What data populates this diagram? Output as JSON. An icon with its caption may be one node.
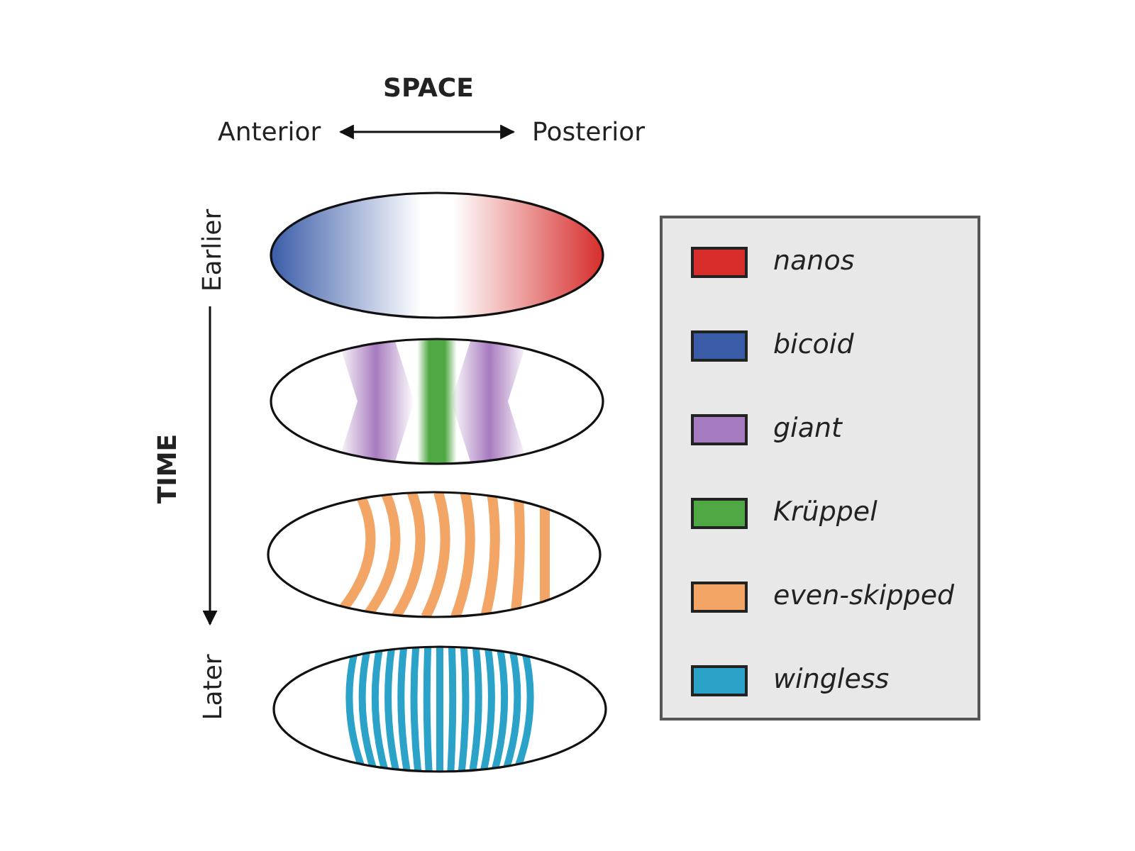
{
  "diagram": {
    "labels": [
      "SPACE",
      "Anterior",
      "Posterior",
      "Earlier",
      "TIME",
      "Later"
    ],
    "legend": [
      {
        "text": "nanos",
        "color": "#d62d2a"
      },
      {
        "text": "bicoid",
        "color": "#3a5ca8"
      },
      {
        "text": "giant",
        "color": "#a77bbf"
      },
      {
        "text": "Krüppel",
        "color": "#4fa843"
      },
      {
        "text": "even-skipped",
        "color": "#f3a566"
      },
      {
        "text": "wingless",
        "color": "#2ba3c9"
      }
    ]
  }
}
